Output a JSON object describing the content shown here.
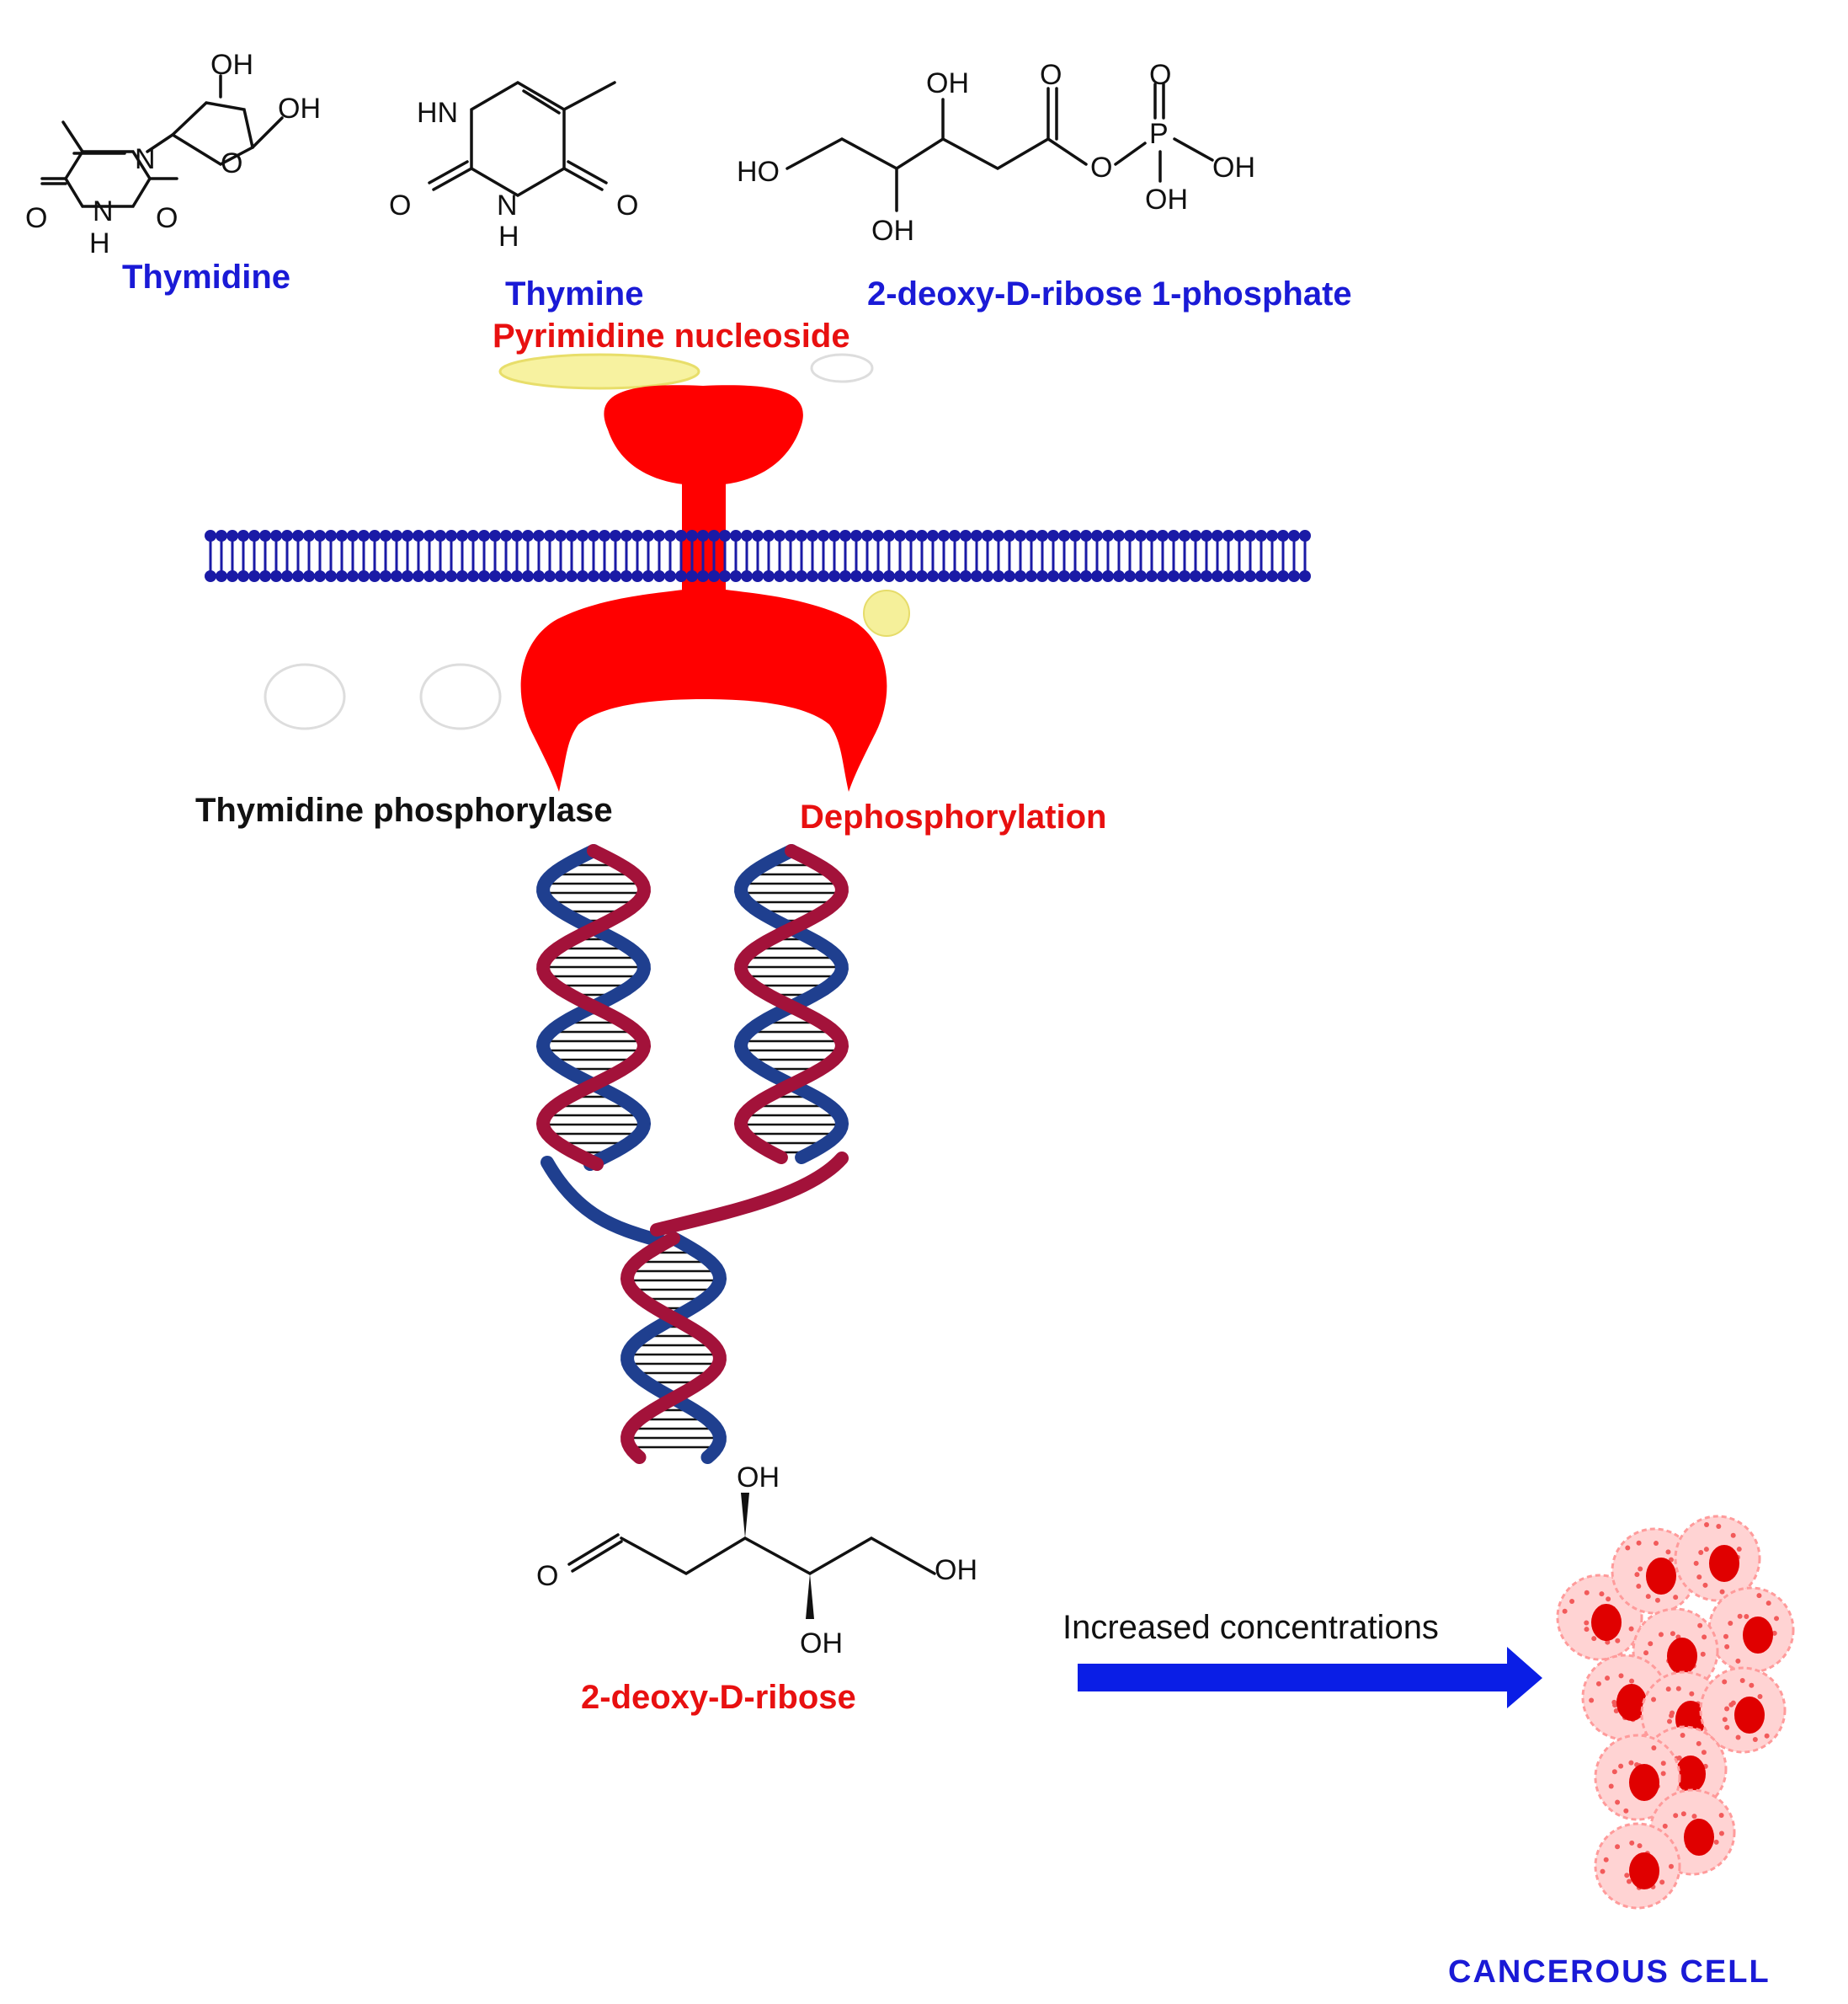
{
  "labels": {
    "thymidine": "Thymidine",
    "thymine": "Thymine",
    "phosphate": "2-deoxy-D-ribose 1-phosphate",
    "pyrimidine": "Pyrimidine nucleoside",
    "tp": "Thymidine phosphorylase",
    "dephos": "Dephosphorylation",
    "deoxyribose": "2-deoxy-D-ribose",
    "increased": "Increased concentrations",
    "cancer": "CANCEROUS CELL"
  },
  "atoms": {
    "oh": "OH",
    "o": "O",
    "n": "N",
    "h": "H",
    "hn": "HN",
    "ho": "HO",
    "p": "P"
  },
  "colors": {
    "blue_label": "#1a1ad6",
    "red_label": "#e81010",
    "black_label": "#111111",
    "enzyme": "#ff0000",
    "membrane": "#1a1aa6",
    "helix_blue": "#1f3f8f",
    "helix_red": "#a3123a",
    "arrow": "#0a1ee6",
    "ligand": "#f7f2a0"
  },
  "icons": [
    "enzyme-shape",
    "lipid-bilayer-membrane",
    "dna-helix",
    "arrow-right-icon",
    "cancer-cell-cluster"
  ]
}
